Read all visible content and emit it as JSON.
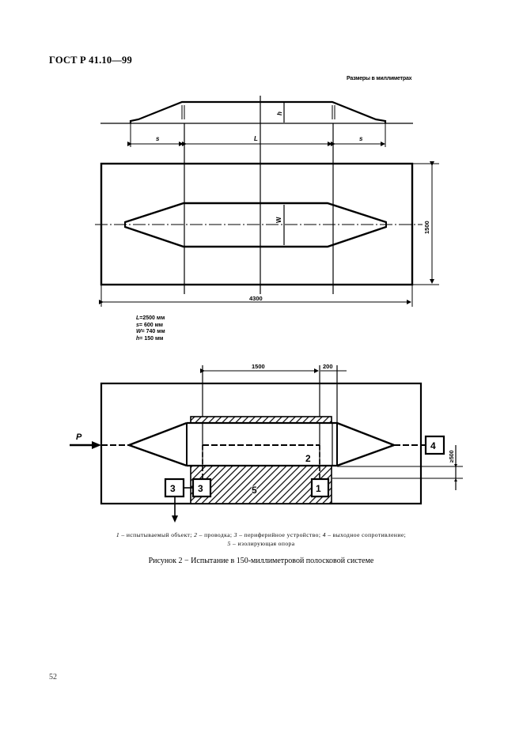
{
  "header": {
    "standard_code": "ГОСТ Р 41.10—99",
    "units_note": "Размеры в миллиметрах"
  },
  "figure_top": {
    "profile_labels": {
      "s_left": "s",
      "l_center": "L",
      "s_right": "s",
      "h": "h"
    },
    "plan_labels": {
      "w": "W",
      "width_dim": "4300",
      "height_dim": "1500"
    }
  },
  "parameters": [
    {
      "symbol": "L",
      "value": "=2500 мм"
    },
    {
      "symbol": "s",
      "value": "= 600 мм"
    },
    {
      "symbol": "W",
      "value": "= 740 мм"
    },
    {
      "symbol": "h",
      "value": "= 150 мм"
    }
  ],
  "figure_bottom": {
    "input_label": "P",
    "dim_1500": "1500",
    "dim_200": "200",
    "dim_side": "≥500",
    "callouts": {
      "object": "1",
      "wiring": "2",
      "peripheral_inner": "3",
      "peripheral_outer": "3",
      "output_load": "4",
      "support": "5"
    }
  },
  "legend": [
    {
      "num": "1",
      "text": " – испытываемый  объект;  "
    },
    {
      "num": "2",
      "text": " – проводка;  "
    },
    {
      "num": "3",
      "text": " – периферийное  устройство;  "
    },
    {
      "num": "4",
      "text": " – выходное   сопротивление;"
    },
    {
      "num": "5",
      "text": " –  изолирующая  опора"
    }
  ],
  "caption": "Рисунок 2 − Испытание в 150-миллиметровой полосковой системе",
  "page_number": "52"
}
